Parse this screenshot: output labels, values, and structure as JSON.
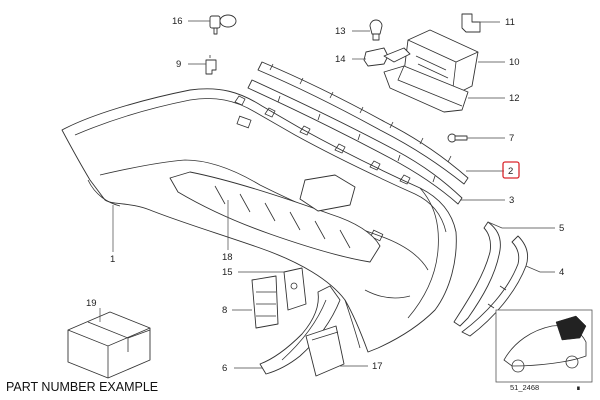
{
  "diagram": {
    "caption": "PART NUMBER EXAMPLE",
    "reference_code": "51_2468",
    "highlight_color": "#d9262c",
    "callouts": [
      {
        "id": "c16",
        "label": "16"
      },
      {
        "id": "c13",
        "label": "13"
      },
      {
        "id": "c11",
        "label": "11"
      },
      {
        "id": "c14",
        "label": "14"
      },
      {
        "id": "c10",
        "label": "10"
      },
      {
        "id": "c9",
        "label": "9"
      },
      {
        "id": "c12",
        "label": "12"
      },
      {
        "id": "c7",
        "label": "7"
      },
      {
        "id": "c2",
        "label": "2"
      },
      {
        "id": "c3",
        "label": "3"
      },
      {
        "id": "c5",
        "label": "5"
      },
      {
        "id": "c4",
        "label": "4"
      },
      {
        "id": "c1",
        "label": "1"
      },
      {
        "id": "c18",
        "label": "18"
      },
      {
        "id": "c15",
        "label": "15"
      },
      {
        "id": "c8",
        "label": "8"
      },
      {
        "id": "c19",
        "label": "19"
      },
      {
        "id": "c6",
        "label": "6"
      },
      {
        "id": "c17",
        "label": "17"
      }
    ]
  }
}
